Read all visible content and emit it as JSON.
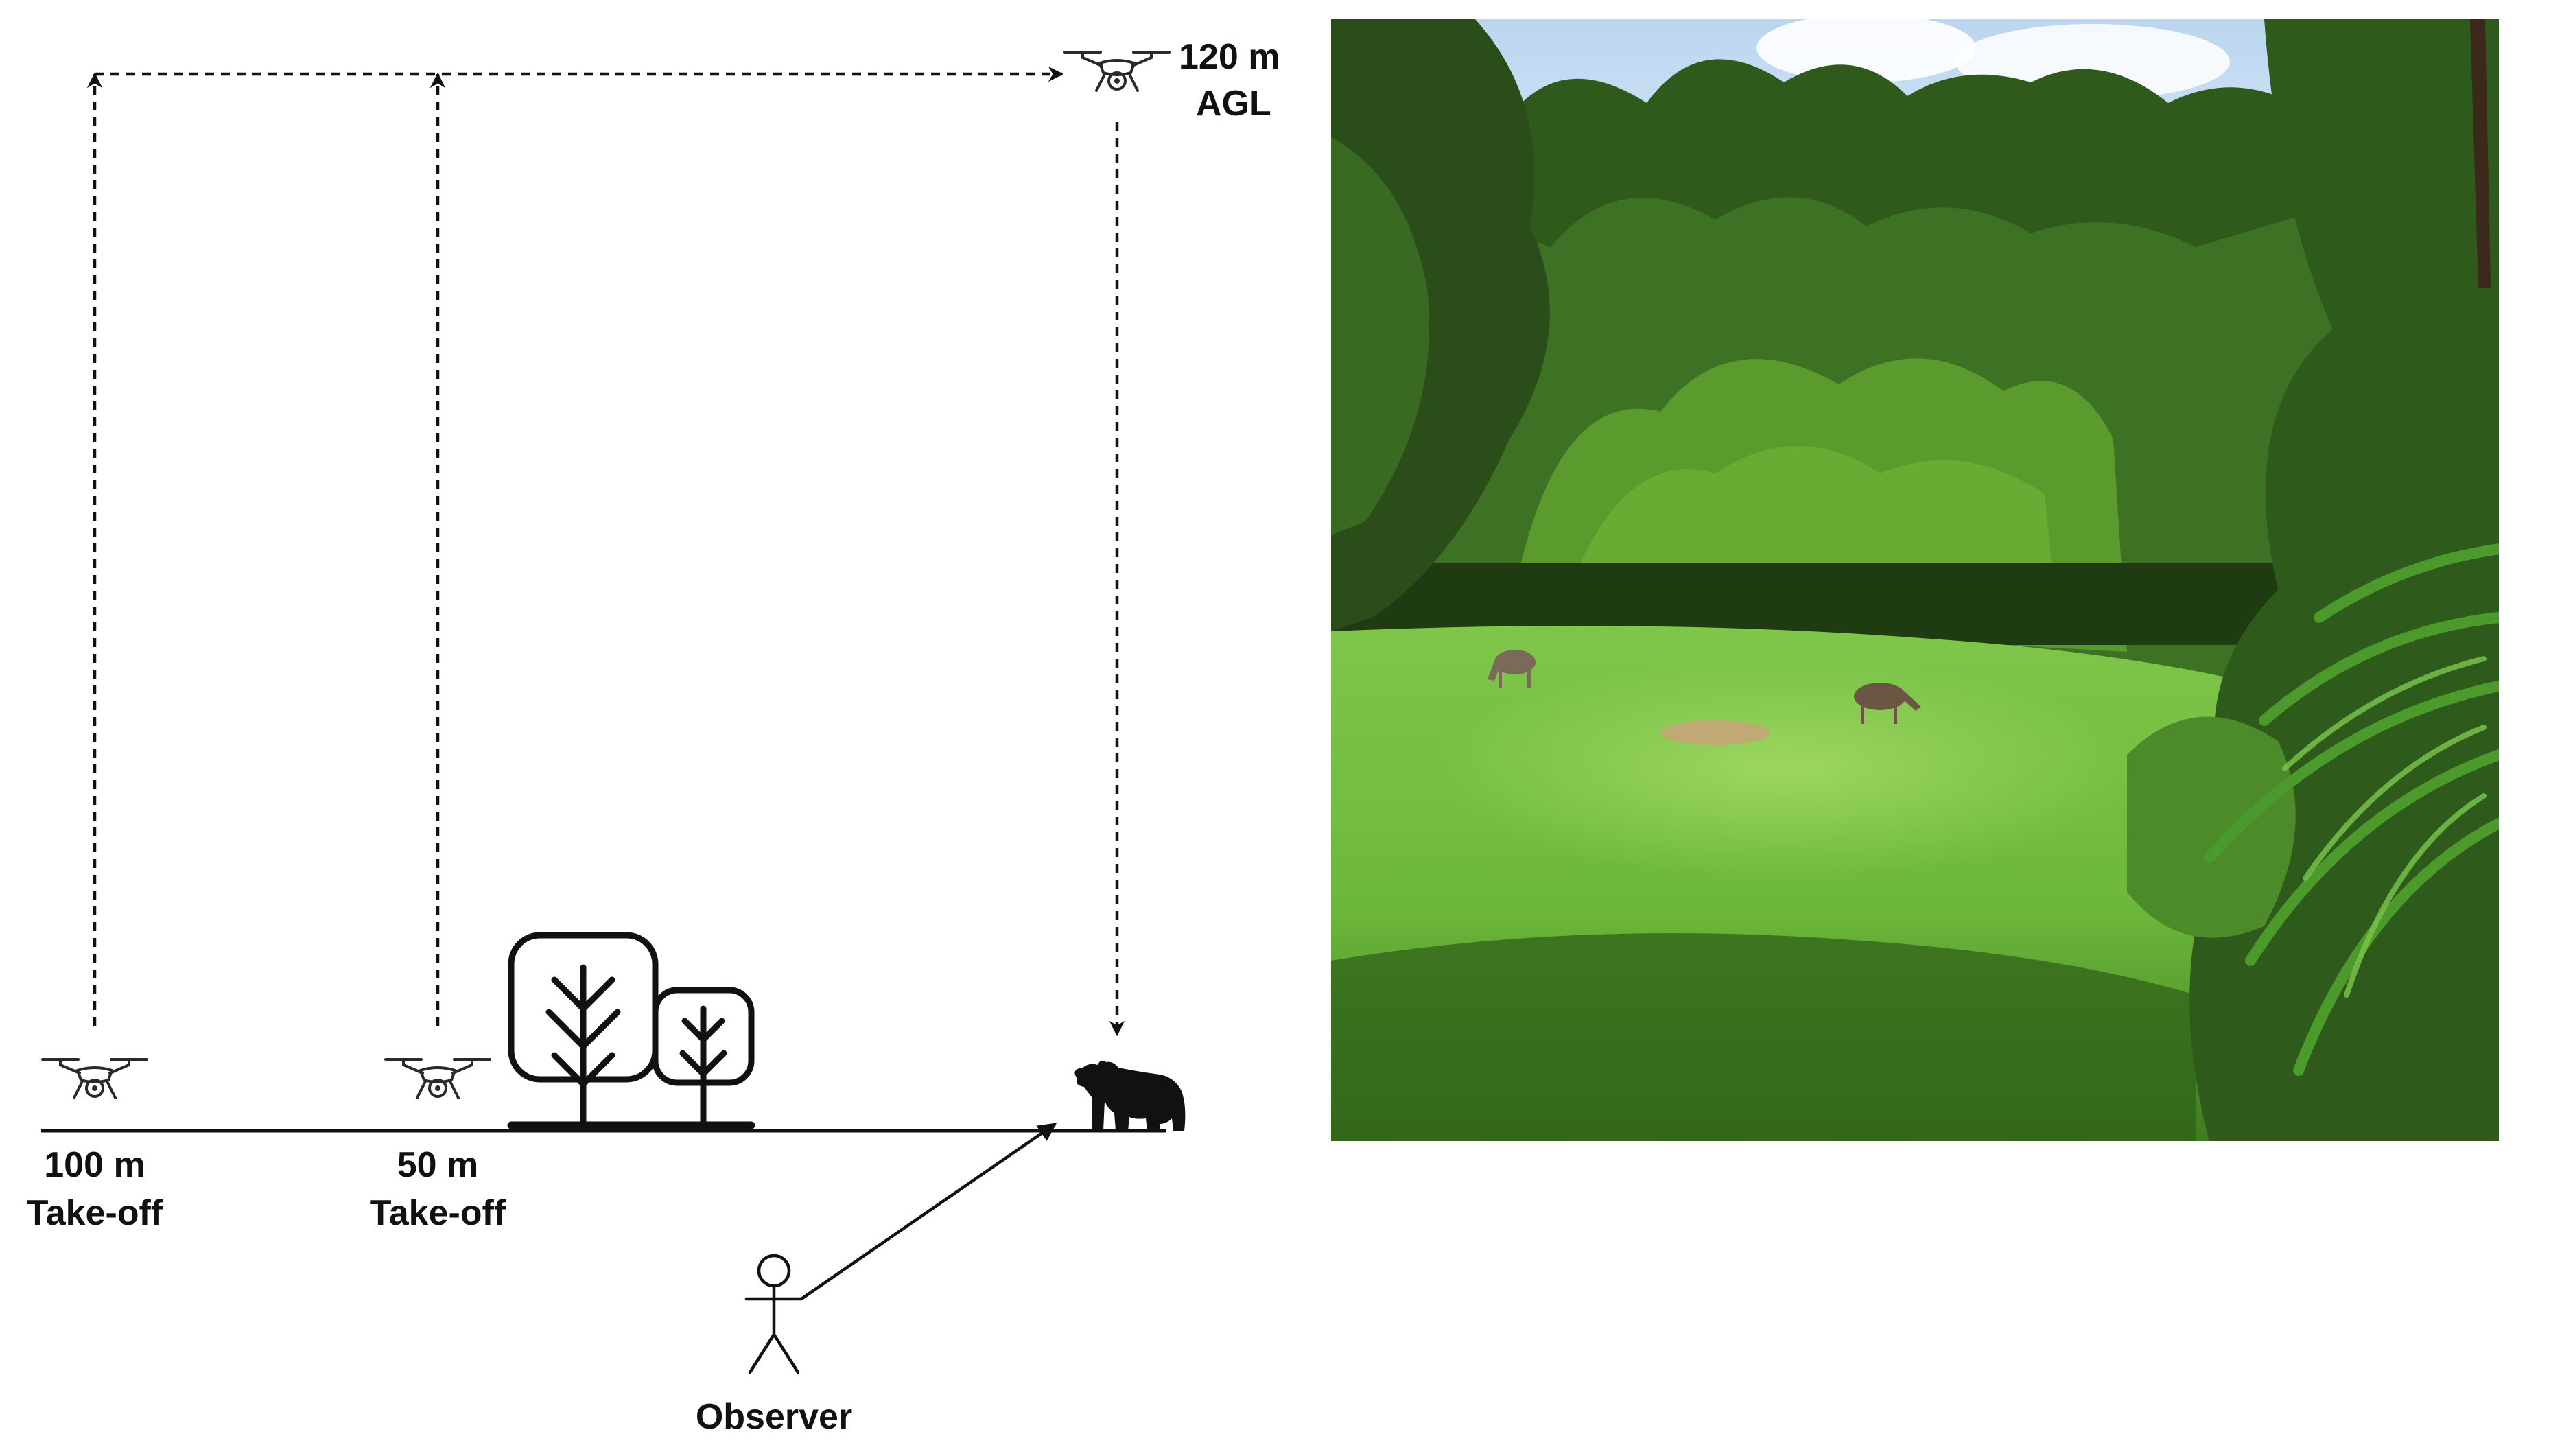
{
  "labels": {
    "drone_top_alt": "120 m",
    "drone_top_ref": "AGL",
    "left_dist": "100 m",
    "left_takeoff": "Take-off",
    "mid_dist": "50 m",
    "mid_takeoff": "Take-off",
    "observer": "Observer"
  },
  "icons": {
    "drone": "drone-icon",
    "trees": "tree-icon",
    "bear": "bear-icon",
    "observer": "person-icon"
  },
  "colors": {
    "ink": "#111111",
    "sky": "#cfe3f5",
    "grass": "#6fbf3c",
    "forest": "#2f5a1c"
  }
}
